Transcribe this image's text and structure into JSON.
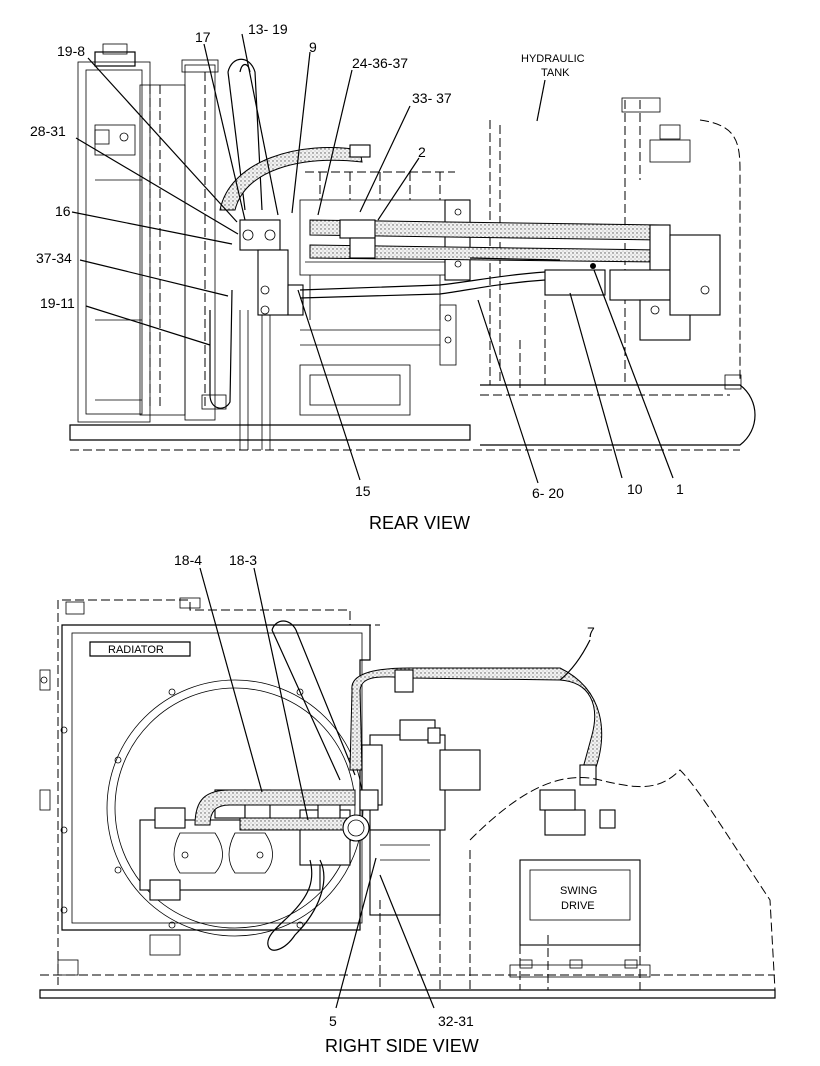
{
  "rear_view": {
    "caption": "REAR VIEW",
    "tank_label_line1": "HYDRAULIC",
    "tank_label_line2": "TANK",
    "callouts": {
      "c17": "17",
      "c13_19": "13- 19",
      "c9": "9",
      "c24_36_37": "24-36-37",
      "c19_8": "19-8",
      "c33_37": "33- 37",
      "c28_31": "28-31",
      "c2": "2",
      "c16": "16",
      "c37_34": "37-34",
      "c19_11": "19-11",
      "c15": "15",
      "c6_20": "6- 20",
      "c10": "10",
      "c1": "1"
    }
  },
  "side_view": {
    "caption": "RIGHT SIDE VIEW",
    "radiator_label": "RADIATOR",
    "swing_label_line1": "SWING",
    "swing_label_line2": "DRIVE",
    "callouts": {
      "c18_4": "18-4",
      "c18_3": "18-3",
      "c7": "7",
      "c5": "5",
      "c32_31": "32-31"
    }
  }
}
